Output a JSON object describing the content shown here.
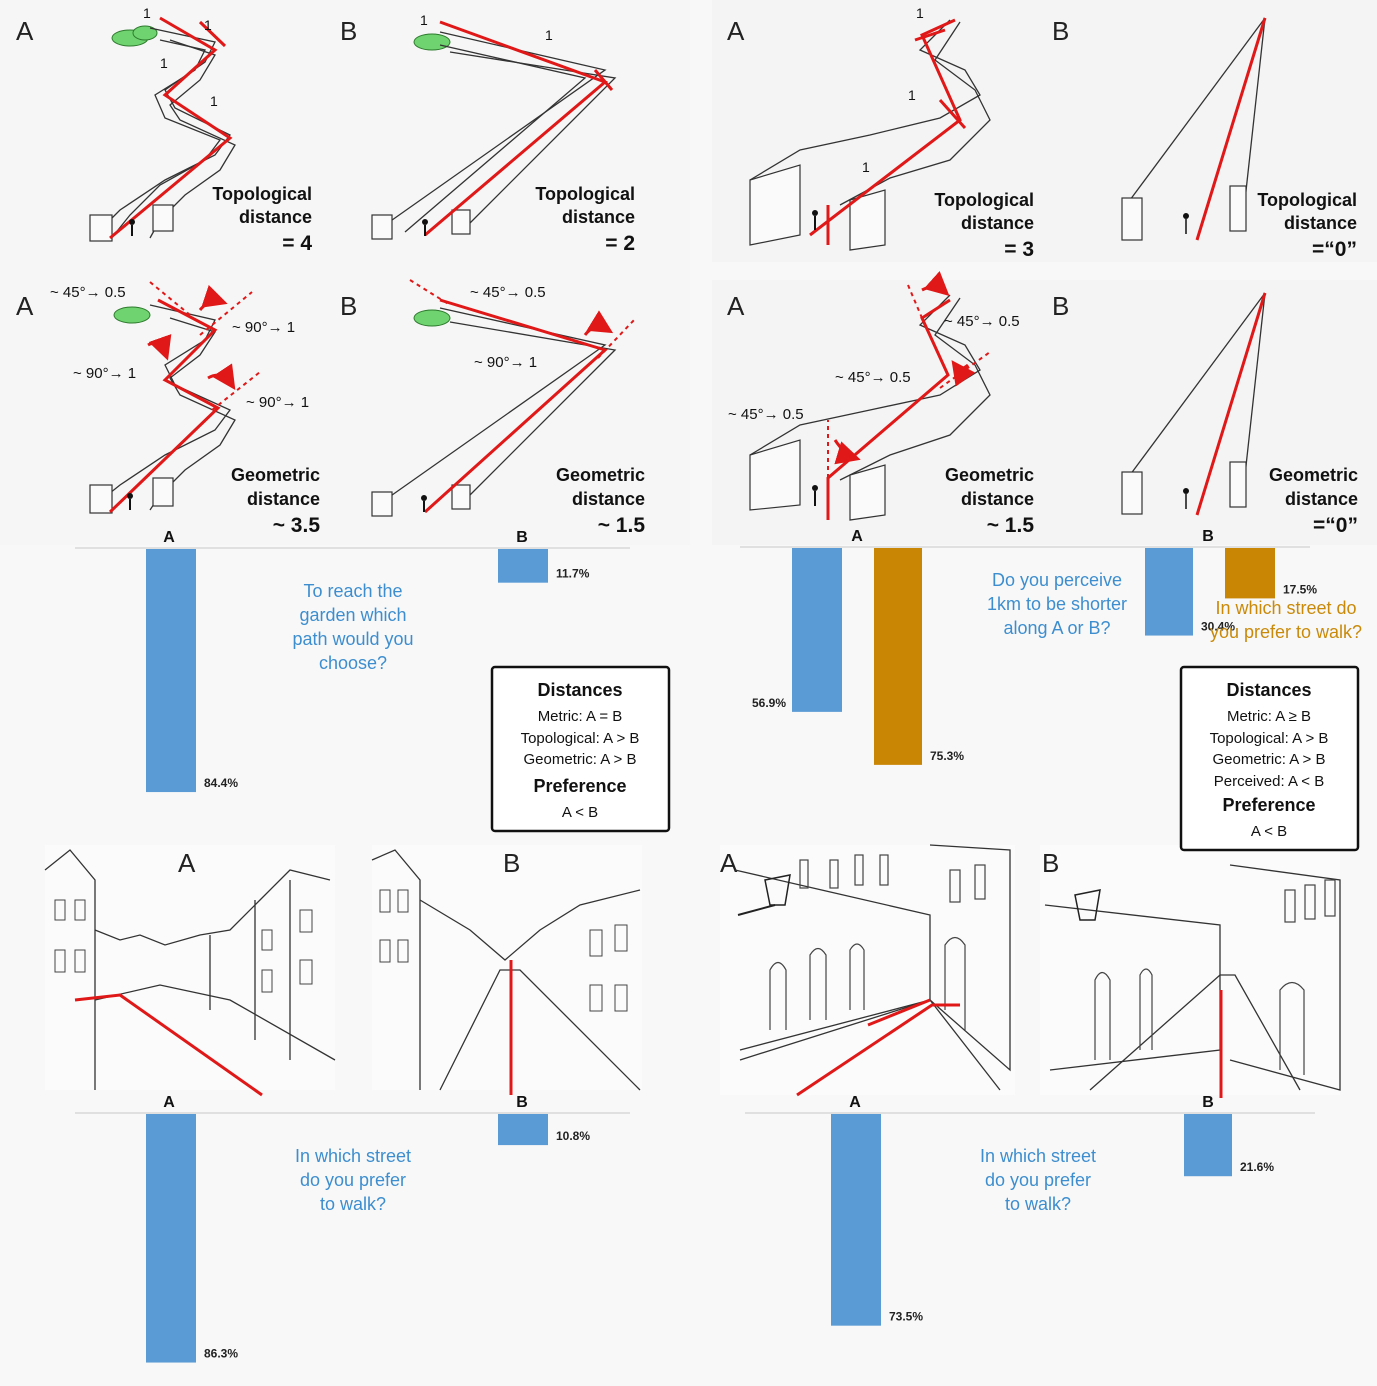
{
  "colors": {
    "blue": "#5b9bd5",
    "orange": "#c98504",
    "red": "#e01818",
    "question_blue": "#3d8ecf",
    "question_orange": "#c98a0a"
  },
  "sketch_panels": {
    "top_left": {
      "letters": [
        "A",
        "B",
        "A",
        "B"
      ],
      "topological": {
        "label_1": "Topological",
        "label_2": "distance",
        "value_a": "= 4",
        "value_b": "= 2",
        "segment_count": "1"
      },
      "geometric": {
        "label_1": "Geometric",
        "label_2": "distance",
        "value_a": "~ 3.5",
        "value_b": "~ 1.5",
        "annotations_a": [
          "~ 45°→ 0.5",
          "~ 90°→ 1",
          "~ 90°→ 1",
          "~ 90°→ 1"
        ],
        "annotations_b": [
          "~ 45°→ 0.5",
          "~ 90°→ 1"
        ]
      }
    },
    "top_right": {
      "letters": [
        "A",
        "B",
        "A",
        "B"
      ],
      "topological": {
        "label_1": "Topological",
        "label_2": "distance",
        "value_a": "= 3",
        "value_b": "=“0”",
        "segment_count": "1"
      },
      "geometric": {
        "label_1": "Geometric",
        "label_2": "distance",
        "value_a": "~ 1.5",
        "value_b": "=“0”",
        "annotations_a": [
          "~ 45°→ 0.5",
          "~ 45°→ 0.5",
          "~ 45°→ 0.5"
        ]
      }
    },
    "bottom_left": {
      "letters": [
        "A",
        "B"
      ]
    },
    "bottom_right": {
      "letters": [
        "A",
        "B"
      ]
    }
  },
  "info_boxes": [
    {
      "title": "Distances",
      "lines": [
        "Metric: A = B",
        "Topological: A > B",
        "Geometric: A > B"
      ],
      "pref_title": "Preference",
      "pref_value": "A < B"
    },
    {
      "title": "Distances",
      "lines": [
        "Metric: A ≥ B",
        "Topological: A > B",
        "Geometric: A > B",
        "Perceived: A < B"
      ],
      "pref_title": "Preference",
      "pref_value": "A < B"
    }
  ],
  "questions": {
    "garden": [
      "To reach the",
      "garden which",
      "path would you",
      "choose?"
    ],
    "perceive": [
      "Do you perceive",
      "1km to be shorter",
      "along A or B?"
    ],
    "prefer_orange": [
      "In which street do",
      "you prefer to walk?"
    ],
    "prefer_street": [
      "In which street",
      "do you prefer",
      "to walk?"
    ]
  },
  "chart_data": [
    {
      "type": "bar",
      "categories": [
        "A",
        "B"
      ],
      "series": [
        {
          "values": [
            84.4,
            11.7
          ]
        }
      ],
      "value_labels": [
        "84.4%",
        "11.7%"
      ],
      "unit": "%"
    },
    {
      "type": "bar",
      "categories": [
        "A",
        "B"
      ],
      "series": [
        {
          "values": [
            56.9,
            30.4
          ]
        },
        {
          "values": [
            75.3,
            17.5
          ]
        }
      ],
      "value_labels": [
        [
          "56.9%",
          "30.4%"
        ],
        [
          "75.3%",
          "17.5%"
        ]
      ],
      "unit": "%"
    },
    {
      "type": "bar",
      "categories": [
        "A",
        "B"
      ],
      "series": [
        {
          "values": [
            86.3,
            10.8
          ]
        }
      ],
      "value_labels": [
        "86.3%",
        "10.8%"
      ],
      "unit": "%"
    },
    {
      "type": "bar",
      "categories": [
        "A",
        "B"
      ],
      "series": [
        {
          "values": [
            73.5,
            21.6
          ]
        }
      ],
      "value_labels": [
        "73.5%",
        "21.6%"
      ],
      "unit": "%"
    }
  ]
}
